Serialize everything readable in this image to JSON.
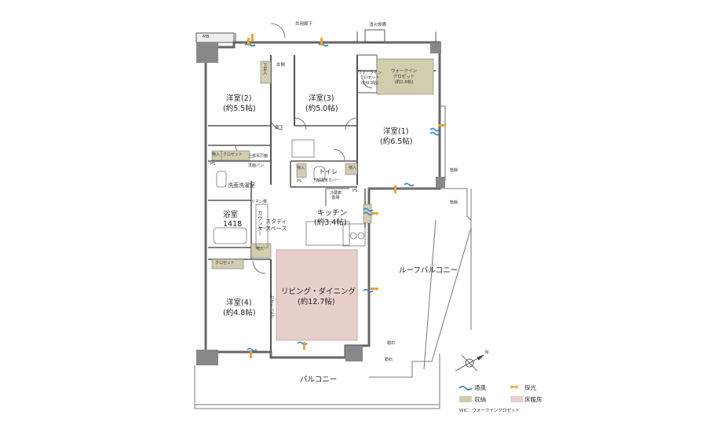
{
  "labels": {
    "mb": "MB",
    "shared_corridor": "共用廊下",
    "fire_equipment": "消火設備",
    "genkan": "玄関",
    "geta_bako": "下足入",
    "room2": "洋室(2)",
    "room2_size": "(約5.5帖)",
    "room3": "洋室(3)",
    "room3_size": "(約5.0帖)",
    "room1": "洋室(1)",
    "room1_size": "(約6.5帖)",
    "wic": "ウォークイン\nクロゼット\n(約2.6帖)",
    "wic_small": "ウォークイン\nクロゼット\n(約0.9帖)",
    "corridor": "廊下",
    "closet": "クロゼット",
    "storage": "物入",
    "ps": "PS",
    "upper_shelf": "上部吊戸棚",
    "pipe_hanger": "洗面パン",
    "washroom": "洗面洗濯室",
    "toilet": "トイレ",
    "toilet_sub": "下部換気カバー",
    "bath": "浴室",
    "bath_size": "1418",
    "linen": "リネン庫",
    "fridge": "冷蔵庫\n置場",
    "kitchen": "キッチン",
    "kitchen_size": "(約3.4帖)",
    "counter": "カウンター",
    "study": "スタディ\nスペース",
    "living": "リビング・ダイニング",
    "living_size": "(約12.7帖)",
    "room4": "洋室(4)",
    "room4_size": "(約4.8帖)",
    "wall_door": "ウォールドア",
    "roof_balcony": "ルーフバルコニー",
    "balcony": "バルコニー",
    "tree": "植栽",
    "stone": "踏石"
  },
  "legend": {
    "ventilation": "通風",
    "daylight": "採光",
    "storage": "収納",
    "floor_heating": "床暖房",
    "note": "WIC：ウォークインクロゼット"
  },
  "colors": {
    "wall": "#555555",
    "storage": "#d1ceb0",
    "floor_heating": "#e8cfca",
    "vent": "#3b86c4",
    "light": "#e8a33a"
  }
}
